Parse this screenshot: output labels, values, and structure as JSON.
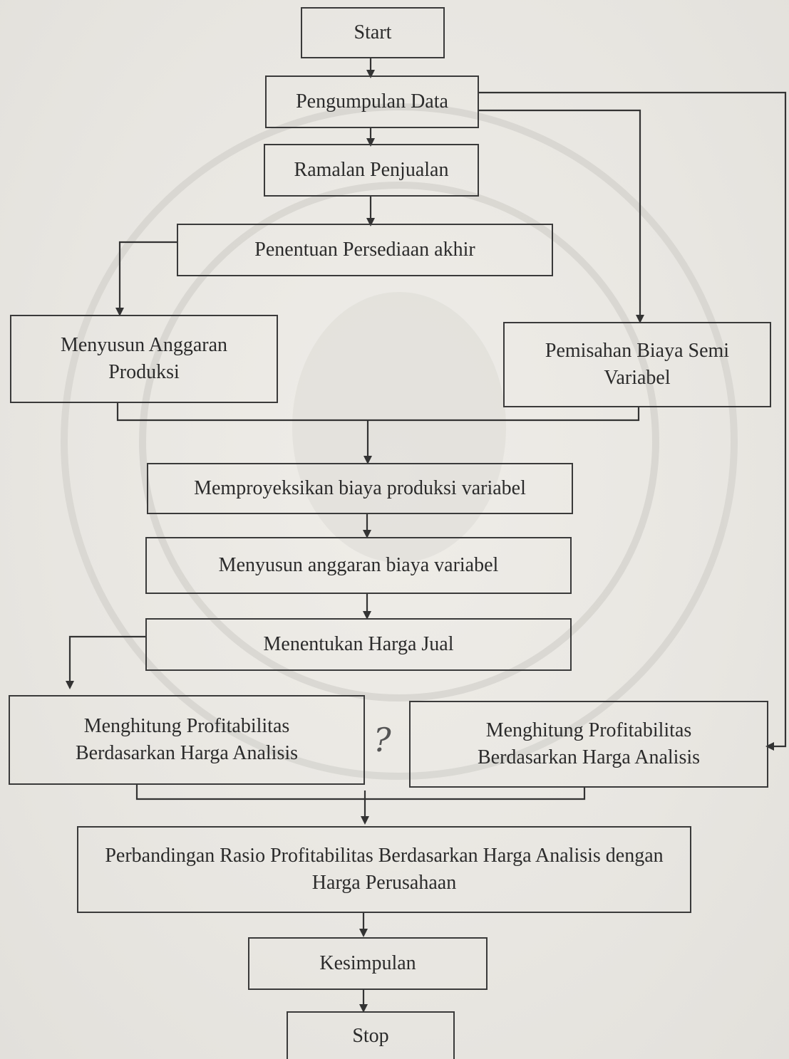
{
  "flowchart": {
    "start": "Start",
    "pengumpulan_data": "Pengumpulan Data",
    "ramalan_penjualan": "Ramalan Penjualan",
    "penentuan_persediaan": "Penentuan Persediaan akhir",
    "anggaran_produksi": "Menyusun Anggaran Produksi",
    "pemisahan_biaya": "Pemisahan Biaya Semi Variabel",
    "memproyeksikan": "Memproyeksikan biaya produksi variabel",
    "anggaran_biaya_variabel": "Menyusun anggaran biaya variabel",
    "harga_jual": "Menentukan Harga Jual",
    "profitabilitas_left": "Menghitung Profitabilitas Berdasarkan Harga Analisis",
    "profitabilitas_right": "Menghitung Profitabilitas Berdasarkan Harga Analisis",
    "perbandingan": "Perbandingan Rasio Profitabilitas Berdasarkan Harga Analisis dengan Harga Perusahaan",
    "kesimpulan": "Kesimpulan",
    "stop": "Stop",
    "handwritten_mark": "?"
  }
}
